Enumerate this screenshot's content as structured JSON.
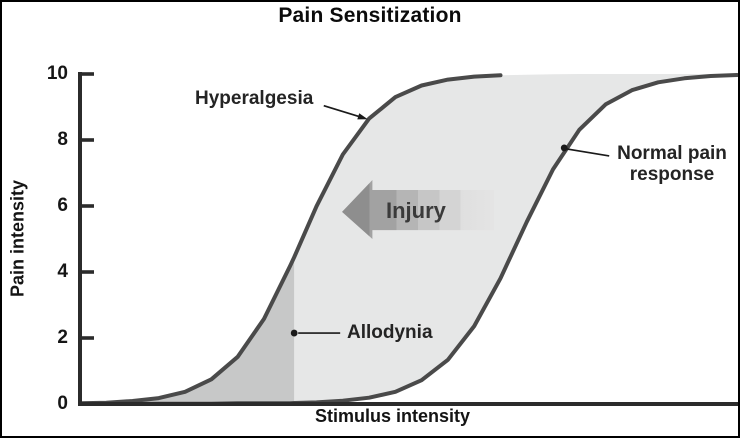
{
  "figure": {
    "border_color": "#000000",
    "background": "#ffffff"
  },
  "chart_data": {
    "type": "line",
    "title": "Pain Sensitization",
    "xlabel": "Stimulus intensity",
    "ylabel": "Pain intensity",
    "xlim": [
      0,
      100
    ],
    "ylim": [
      0,
      10
    ],
    "y_ticks": [
      0,
      2,
      4,
      6,
      8,
      10
    ],
    "x_ticks": [],
    "grid": false,
    "legend": false,
    "line_color": "#4a4a4a",
    "axis_color": "#2b2b2b",
    "x": [
      0,
      4,
      8,
      12,
      16,
      20,
      24,
      28,
      32,
      32.6,
      36,
      40,
      44,
      48,
      52,
      56,
      60,
      64,
      68,
      72,
      76,
      80,
      84,
      88,
      92,
      96,
      100
    ],
    "series": [
      {
        "name": "Hyperalgesia (sensitized curve, shifted left)",
        "values": [
          0.02,
          0.04,
          0.09,
          0.18,
          0.37,
          0.75,
          1.43,
          2.58,
          4.19,
          4.45,
          5.99,
          7.56,
          8.65,
          9.3,
          9.65,
          9.83,
          9.92,
          9.96,
          9.98,
          9.99,
          10,
          10,
          10,
          10,
          10,
          10,
          10
        ]
      },
      {
        "name": "Normal pain response",
        "values": [
          0,
          0,
          0,
          0.01,
          0.01,
          0.01,
          0.02,
          0.02,
          0.02,
          0.03,
          0.05,
          0.1,
          0.19,
          0.37,
          0.72,
          1.34,
          2.36,
          3.81,
          5.52,
          7.11,
          8.31,
          9.08,
          9.51,
          9.75,
          9.87,
          9.94,
          9.97
        ]
      }
    ],
    "allodynia_boundary_x": 32.6,
    "regions": [
      {
        "name": "allodynia region (dark shading left of boundary)",
        "x_range": [
          0,
          32.6
        ],
        "fill": "#c7c8c8"
      },
      {
        "name": "sensitization region between curves",
        "x_range": [
          32.6,
          100
        ],
        "fill": "#e6e7e7"
      }
    ],
    "annotations": [
      {
        "id": "hyperalgesia",
        "text": "Hyperalgesia",
        "points_to_x": 43.8,
        "points_to_y": 8.63
      },
      {
        "id": "injury",
        "text": "Injury",
        "shape": "left-pointing gradient arrow",
        "y": 5.9,
        "x_from": 63,
        "x_to": 40
      },
      {
        "id": "normal-pain-response",
        "text": "Normal pain\nresponse",
        "points_to_x": 73.7,
        "points_to_y": 7.76
      },
      {
        "id": "allodynia",
        "text": "Allodynia",
        "marker_x": 32.6,
        "marker_y": 2.15
      }
    ]
  }
}
